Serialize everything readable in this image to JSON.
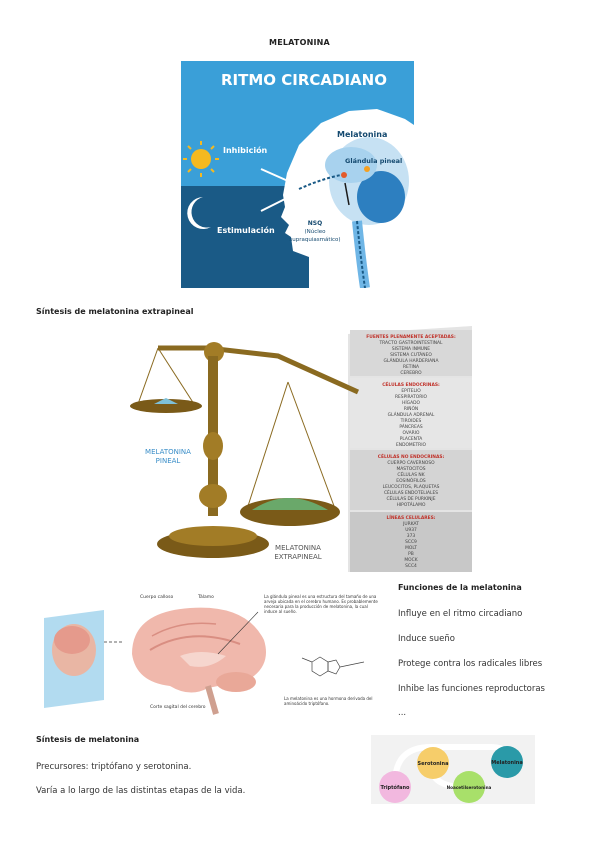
{
  "page_title": "MELATONINA",
  "circadian": {
    "title": "RITMO CIRCADIANO",
    "inhibition": "Inhibición",
    "stimulation": "Estimulación",
    "melatonin": "Melatonina",
    "pineal": "Glándula pineal",
    "nsq_1": "NSQ",
    "nsq_2": "(Núcleo",
    "nsq_3": "supraquiasmático)"
  },
  "extrapineal_heading": "Síntesis de melatonina extrapineal",
  "scale": {
    "left_pan_1": "MELATONINA",
    "left_pan_2": "PINEAL",
    "right_pan_1": "MELATONINA",
    "right_pan_2": "EXTRAPINEAL",
    "panel1_title": "FUENTES PLENAMENTE ACEPTADAS:",
    "panel1_items": [
      "TRACTO GASTROINTESTINAL",
      "SISTEMA INMUNE",
      "SISTEMA CUTÁNEO",
      "GLÁNDULA HARDERIANA",
      "RETINA",
      "CEREBRO"
    ],
    "panel2_title": "CÉLULAS ENDOCRINAS:",
    "panel2_items": [
      "EPITELIO",
      "RESPIRATORIO",
      "HÍGADO",
      "RIÑÓN",
      "GLÁNDULA ADRENAL",
      "TIROIDES",
      "PÁNCREAS",
      "OVARIO",
      "PLACENTA",
      "ENDOMETRIO"
    ],
    "panel3_title": "CÉLULAS NO ENDOCRINAS:",
    "panel3_items": [
      "CUERPO CAVERNOSO",
      "MASTOCITOS",
      "CÉLULAS NK",
      "EOSINÓFILOS",
      "LEUCOCITOS, PLAQUETAS",
      "CÉLULAS ENDOTELIALES",
      "CÉLULAS DE PURKINJE",
      "HIPOTÁLAMO"
    ],
    "panel4_title": "LÍNEAS CELULARES:",
    "panel4_items": [
      "JURKAT",
      "U937",
      "373",
      "SCC9",
      "MOLT",
      "PB",
      "MOCK",
      "SCC4"
    ]
  },
  "brain": {
    "label_callosum": "Cuerpo calloso",
    "label_thalamus": "Tálamo",
    "label_section": "Corte sagital del cerebro",
    "desc": "La glándula pineal es una estructura del tamaño de una arveja ubicada en el cerebro humano. Es probablemente necesaria para la producción de melatonina, la cual induce al sueño.",
    "caption": "La melatonina es una hormona derivada del aminoácido triptófano."
  },
  "functions": {
    "heading": "Funciones de la melatonina",
    "items": [
      "Influye en el ritmo circadiano",
      "Induce sueño",
      "Protege contra los radicales libres",
      "Inhibe las funciones reproductoras",
      "..."
    ]
  },
  "synthesis": {
    "heading": "Síntesis de melatonina",
    "line1": "Precursores: triptófano y serotonina.",
    "line2": "Varía a lo largo de las distintas etapas de la vida."
  },
  "flow": {
    "n1": "Triptófano",
    "n2": "Serotonina",
    "n3": "Noacetilserotonina",
    "n4": "Melatonina"
  }
}
